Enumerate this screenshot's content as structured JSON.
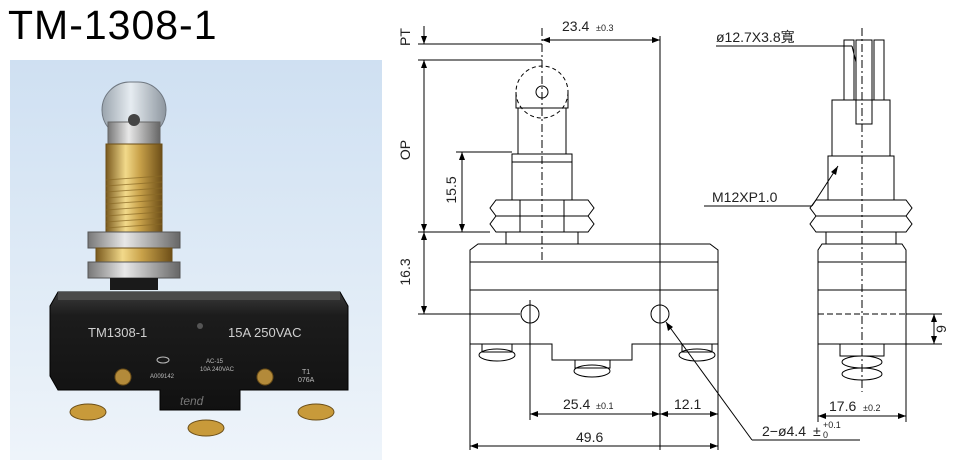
{
  "title": "TM-1308-1",
  "photo": {
    "model_label": "TM1308-1",
    "rating_label": "15A 250VAC",
    "cert_code": "A009142",
    "cert_line1": "AC-15",
    "cert_line2": "10A 240VAC",
    "t_rating_1": "T1",
    "t_rating_2": "076A",
    "brand": "tend"
  },
  "drawing": {
    "pt_label": "PT",
    "op_label": "OP",
    "dim_width_top": "23.4",
    "dim_width_top_tol": "±0.3",
    "dim_15_5": "15.5",
    "dim_16_3": "16.3",
    "dim_25_4": "25.4",
    "dim_25_4_tol": "±0.1",
    "dim_12_1": "12.1",
    "dim_49_6": "49.6",
    "hole_label": "2−ø4.4",
    "hole_tol_plus": "+0.1",
    "hole_tol_minus": "0",
    "hole_tol_pm": "±",
    "roller_label": "ø12.7X3.8寬",
    "thread_label": "M12XP1.0",
    "dim_9": "9",
    "dim_17_6": "17.6",
    "dim_17_6_tol": "±0.2"
  }
}
